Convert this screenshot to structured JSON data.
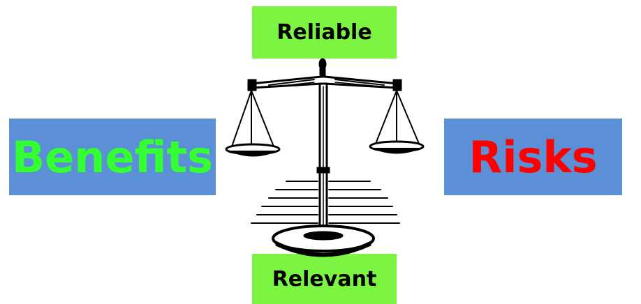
{
  "reliable": {
    "label": "Reliable"
  },
  "relevant": {
    "label": "Relevant"
  },
  "benefits": {
    "label": "Benefits",
    "color": "#33ff33"
  },
  "risks": {
    "label": "Risks",
    "color": "#ff0000"
  },
  "colors": {
    "green_box": "#7cf542",
    "blue_box": "#5b8fd6",
    "ink": "#000000"
  }
}
